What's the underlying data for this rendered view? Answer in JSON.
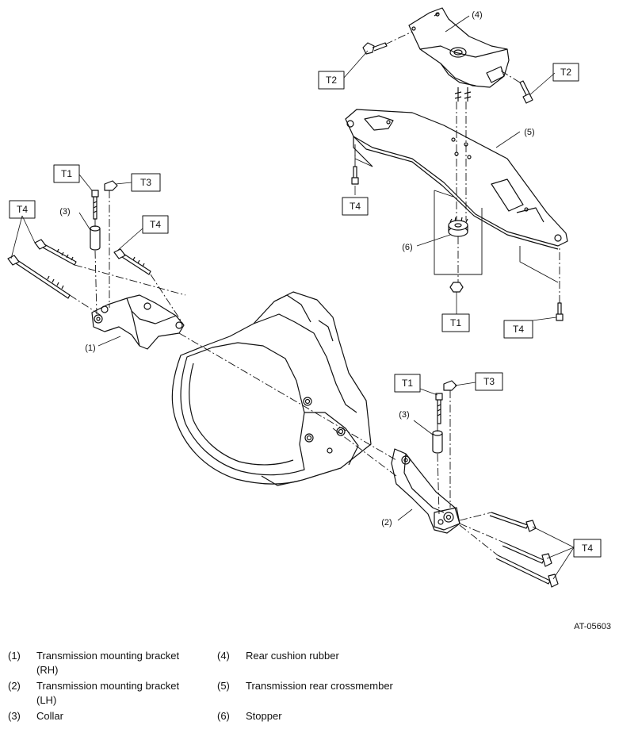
{
  "figure_code": "AT-05603",
  "callouts": {
    "c1": "(1)",
    "c2": "(2)",
    "c3a": "(3)",
    "c3b": "(3)",
    "c4": "(4)",
    "c5": "(5)",
    "c6": "(6)"
  },
  "torque_labels": {
    "t1_left": "T1",
    "t3_left": "T3",
    "t4_left_a": "T4",
    "t4_left_b": "T4",
    "t2_top_left": "T2",
    "t2_top_right": "T2",
    "t4_cross": "T4",
    "t1_cross": "T1",
    "t4_cross_right": "T4",
    "t1_right": "T1",
    "t3_right": "T3",
    "t4_right": "T4"
  },
  "legend": [
    {
      "num": "(1)",
      "text": "Transmission mounting bracket (RH)"
    },
    {
      "num": "(2)",
      "text": "Transmission mounting bracket (LH)"
    },
    {
      "num": "(3)",
      "text": "Collar"
    },
    {
      "num": "(4)",
      "text": "Rear cushion rubber"
    },
    {
      "num": "(5)",
      "text": "Transmission rear crossmember"
    },
    {
      "num": "(6)",
      "text": "Stopper"
    }
  ]
}
